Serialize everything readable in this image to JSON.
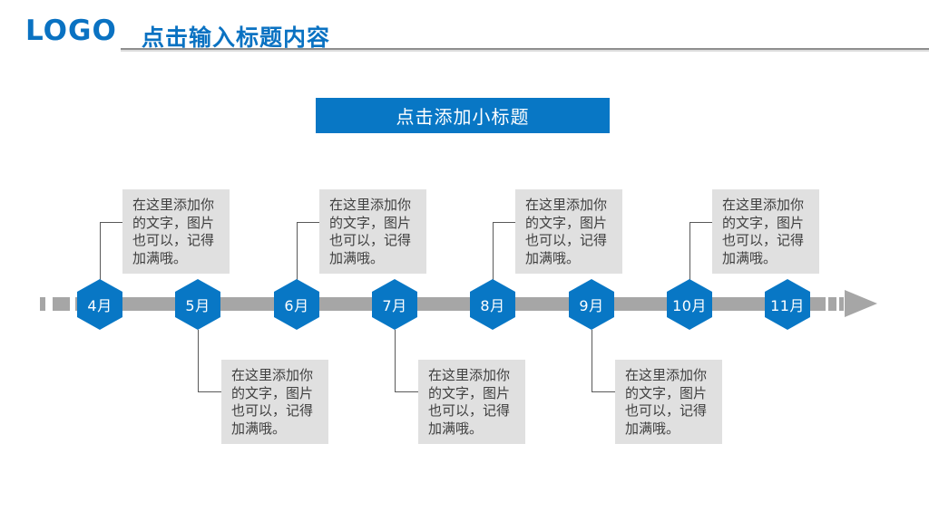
{
  "header": {
    "logo": "LOGO",
    "title": "点击输入标题内容"
  },
  "banner": {
    "label": "点击添加小标题"
  },
  "timeline": {
    "note_text": "在这里添加你的文字，图片也可以，记得加满哦。",
    "months": [
      {
        "label": "4月",
        "note": "top"
      },
      {
        "label": "5月",
        "note": "bottom"
      },
      {
        "label": "6月",
        "note": "top"
      },
      {
        "label": "7月",
        "note": "bottom"
      },
      {
        "label": "8月",
        "note": "top"
      },
      {
        "label": "9月",
        "note": "bottom"
      },
      {
        "label": "10月",
        "note": "top"
      },
      {
        "label": "11月",
        "note": "none"
      }
    ]
  },
  "colors": {
    "accent_blue": "#0877C5",
    "title_blue": "#0A72C2",
    "bar_gray": "#A6A6A6",
    "note_bg": "#E0E0E0",
    "note_text_gray": "#3F3F3F",
    "connector_gray": "#595959"
  }
}
